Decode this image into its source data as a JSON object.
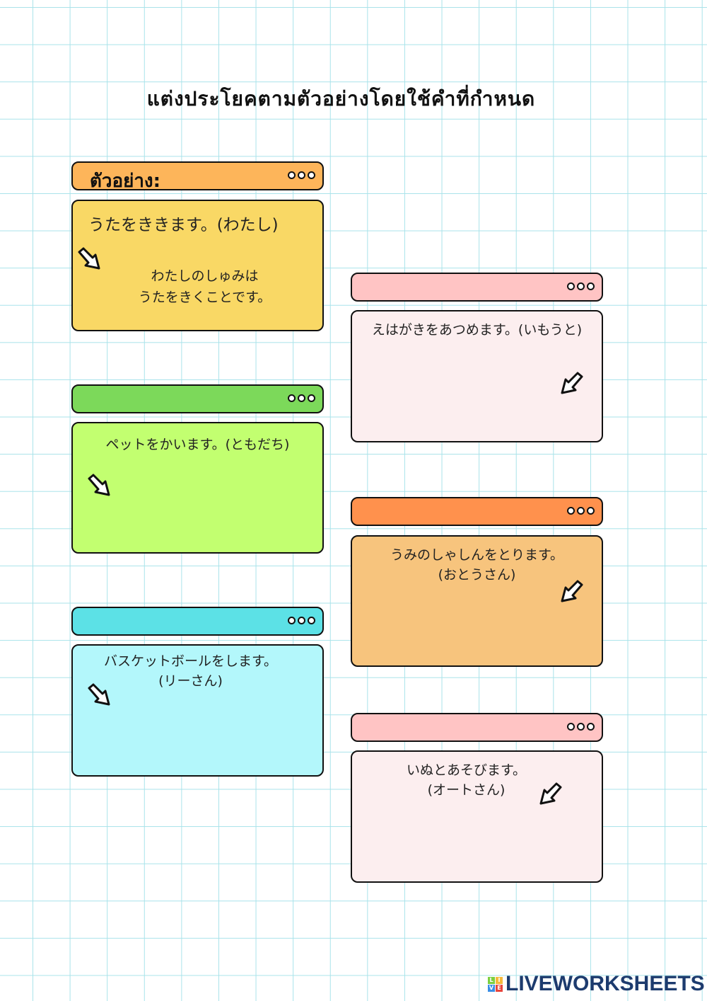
{
  "title": "แต่งประโยคตามตัวอย่างโดยใช้คำที่กำหนด",
  "example": {
    "label": "ตัวอย่าง:",
    "prompt": "うたをききます。(わたし)",
    "answer_line1": "わたしのしゅみは",
    "answer_line2": "うたをきくことです。"
  },
  "cards": [
    {
      "line1": "えはがきをあつめます。(いもうと)",
      "line2": ""
    },
    {
      "line1": "ペットをかいます。(ともだち)",
      "line2": ""
    },
    {
      "line1": "うみのしゃしんをとります。",
      "line2": "(おとうさん)"
    },
    {
      "line1": "バスケットボールをします。",
      "line2": "(リーさん)"
    },
    {
      "line1": "いぬとあそびます。",
      "line2": "(オートさん)"
    }
  ],
  "logo": {
    "text": "LIVEWORKSHEETS",
    "mark": [
      "L",
      "I",
      "V",
      "E"
    ]
  },
  "colors": {
    "orange_header": "#FDB55A",
    "yellow": "#F9D865",
    "green_header": "#7CD95A",
    "green": "#C2FF70",
    "cyan_header": "#5CE1E6",
    "cyan": "#B3F7FB",
    "pink_header": "#FFC4C4",
    "pink": "#FCEEEF",
    "dark_orange_header": "#FF914D",
    "light_orange": "#F7C47D"
  }
}
